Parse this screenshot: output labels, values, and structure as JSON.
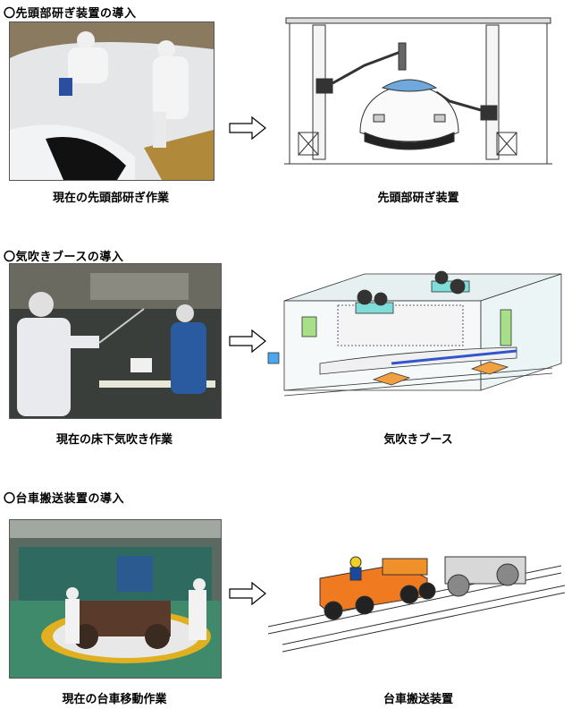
{
  "sections": [
    {
      "heading": "〇先頭部研ぎ装置の導入",
      "photo_caption": "現在の先頭部研ぎ作業",
      "illust_caption": "先頭部研ぎ装置"
    },
    {
      "heading": "〇気吹きブースの導入",
      "photo_caption": "現在の床下気吹き作業",
      "illust_caption": "気吹きブース"
    },
    {
      "heading": "〇台車搬送装置の導入",
      "photo_caption": "現在の台車移動作業",
      "illust_caption": "台車搬送装置"
    }
  ]
}
